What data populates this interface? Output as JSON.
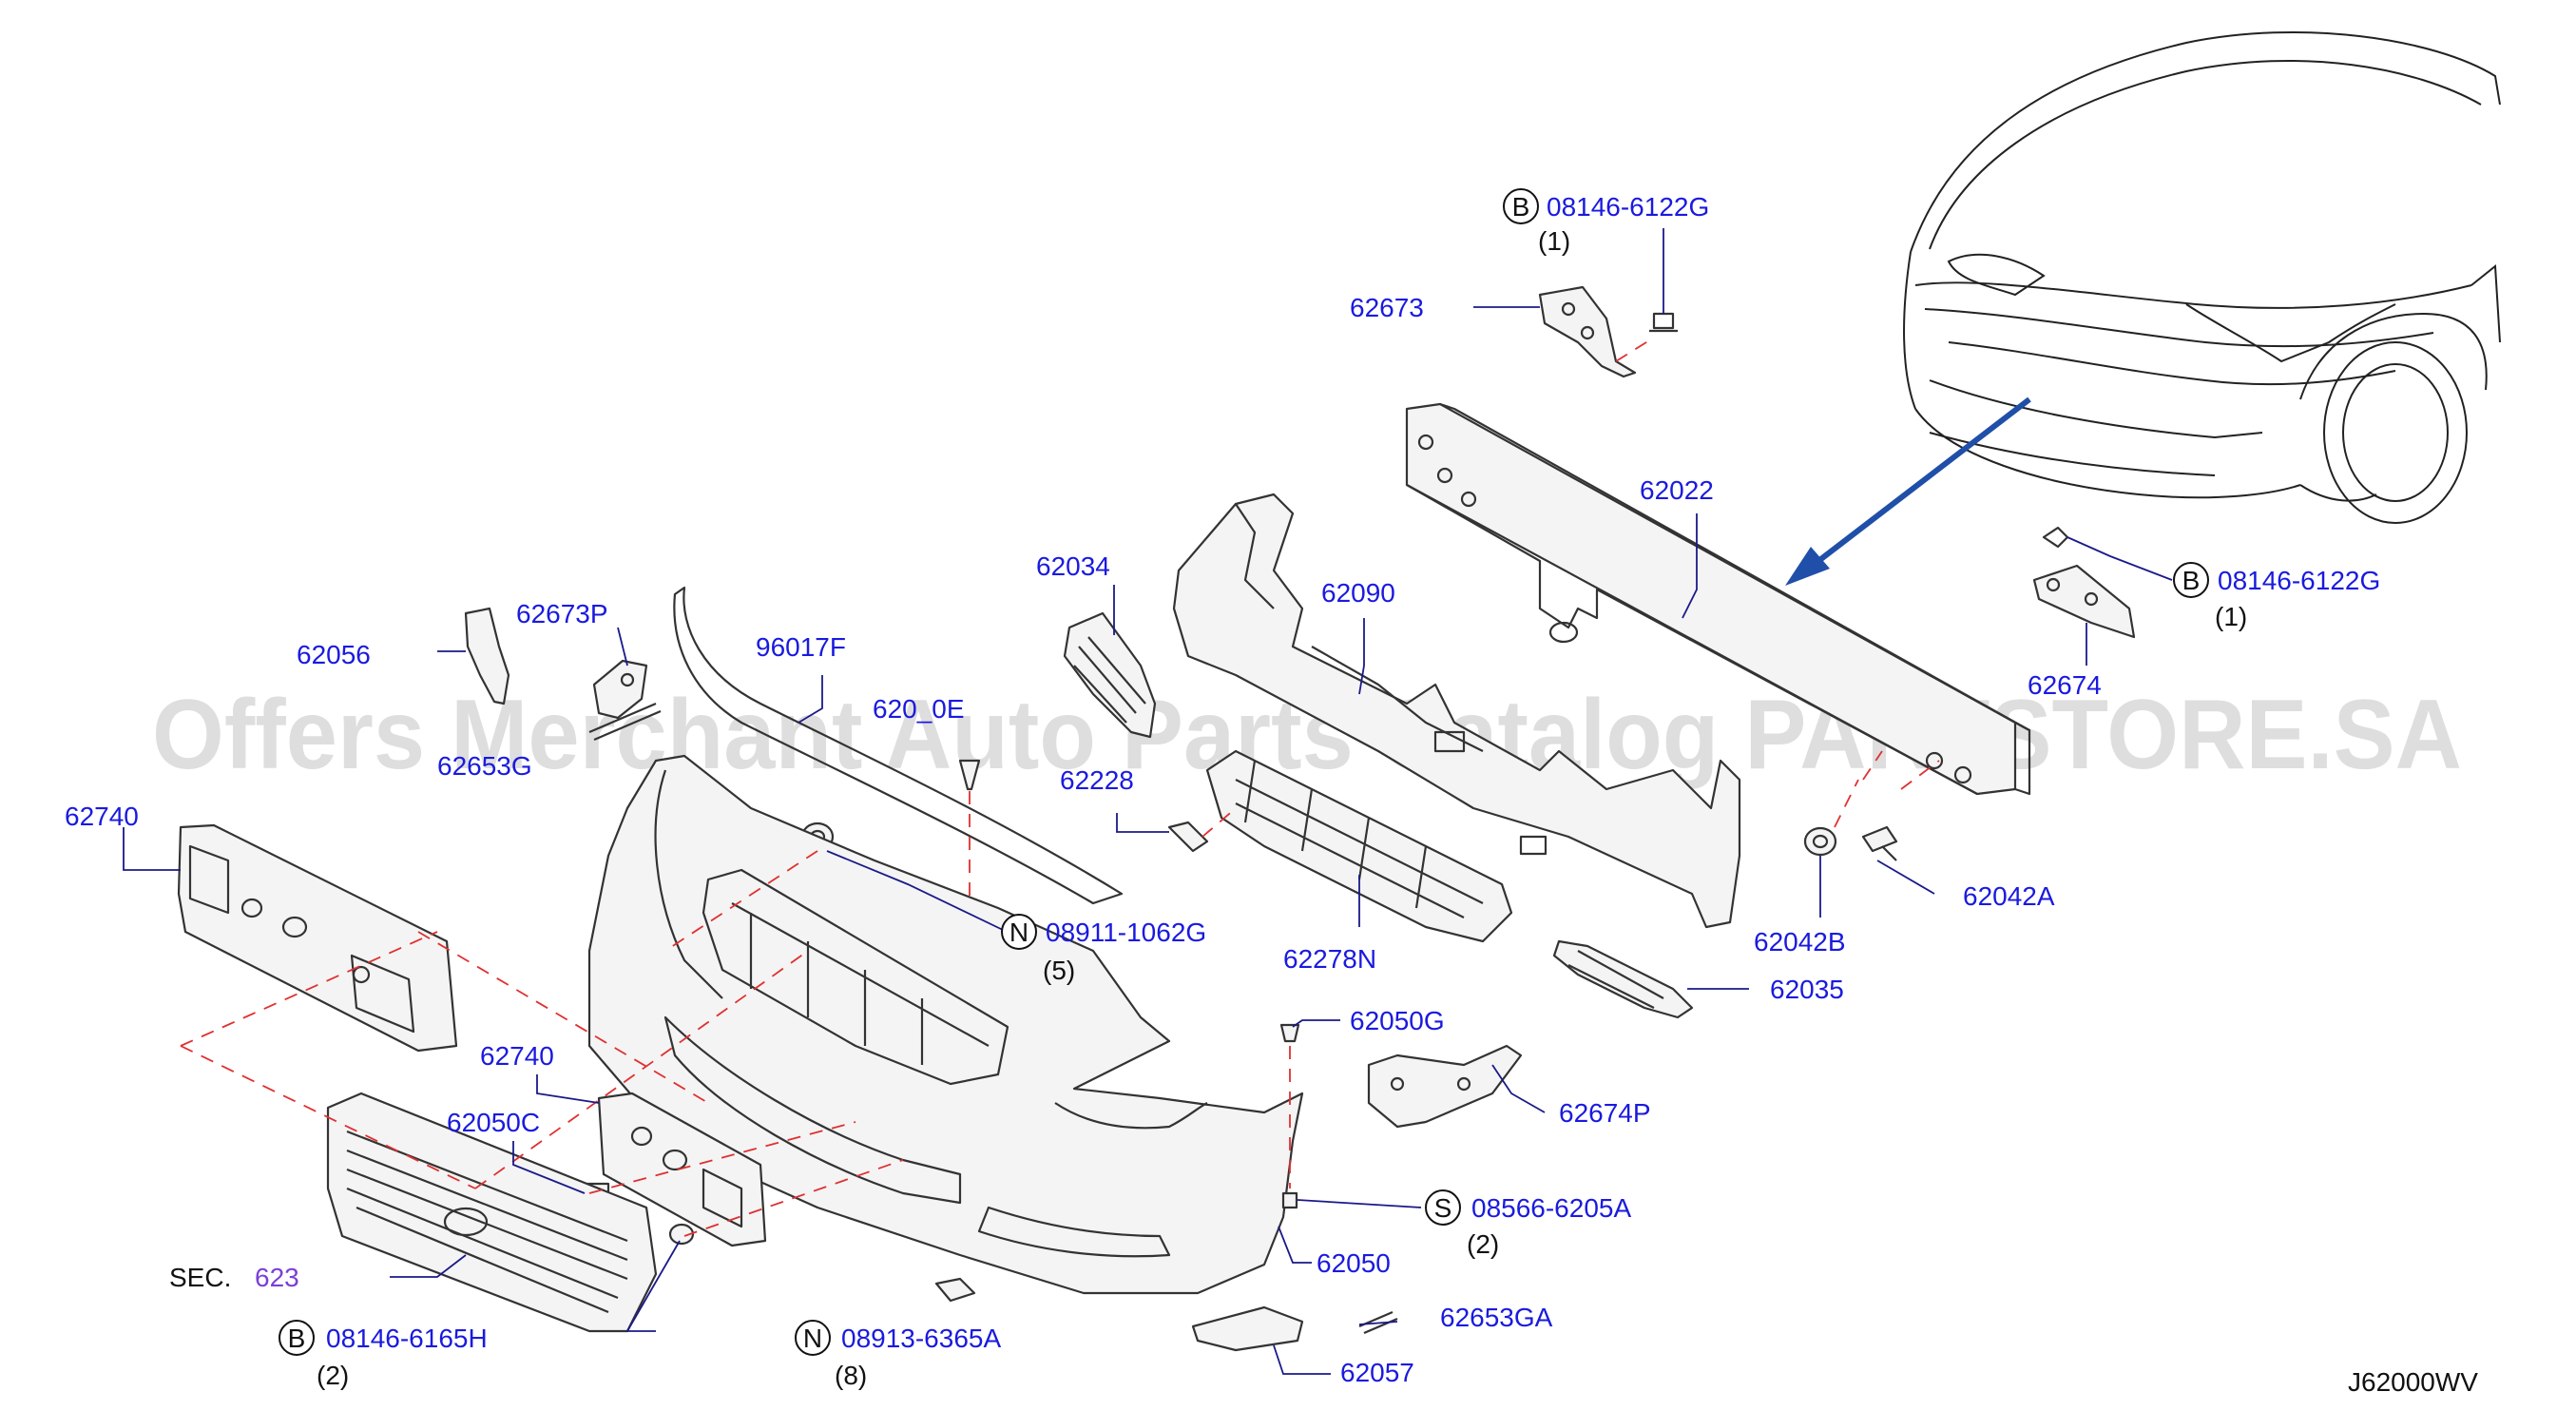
{
  "diagram_code": "J62000WV",
  "watermark": "Offers Merchant Auto Parts Catalog PARTSTORE.SA",
  "colors": {
    "label_blue": "#1a1adf",
    "arrow_blue": "#1f4fa8",
    "guide_red": "#e03030",
    "sec_purple": "#7b3fd6"
  },
  "labels": {
    "p62673": "62673",
    "p62022": "62022",
    "p62034": "62034",
    "p62090": "62090",
    "p62673P": "62673P",
    "p96017F": "96017F",
    "p62056": "62056",
    "p620x0E": "620_0E",
    "p62653G": "62653G",
    "p62674": "62674",
    "p62740_top": "62740",
    "p62228": "62228",
    "p62042A": "62042A",
    "p62042B": "62042B",
    "p62278N": "62278N",
    "p62035": "62035",
    "p62050G": "62050G",
    "p62740_mid": "62740",
    "p62674P": "62674P",
    "p62050C": "62050C",
    "p62050": "62050",
    "p62653GA": "62653GA",
    "p62057": "62057",
    "sec_prefix": "SEC.",
    "sec_number": "623"
  },
  "fasteners": {
    "f1": {
      "circle": "B",
      "number": "08146-6122G",
      "qty": "(1)"
    },
    "f2": {
      "circle": "B",
      "number": "08146-6122G",
      "qty": "(1)"
    },
    "f3": {
      "circle": "N",
      "number": "08911-1062G",
      "qty": "(5)"
    },
    "f4": {
      "circle": "S",
      "number": "08566-6205A",
      "qty": "(2)"
    },
    "f5": {
      "circle": "B",
      "number": "08146-6165H",
      "qty": "(2)"
    },
    "f6": {
      "circle": "N",
      "number": "08913-6365A",
      "qty": "(8)"
    }
  }
}
